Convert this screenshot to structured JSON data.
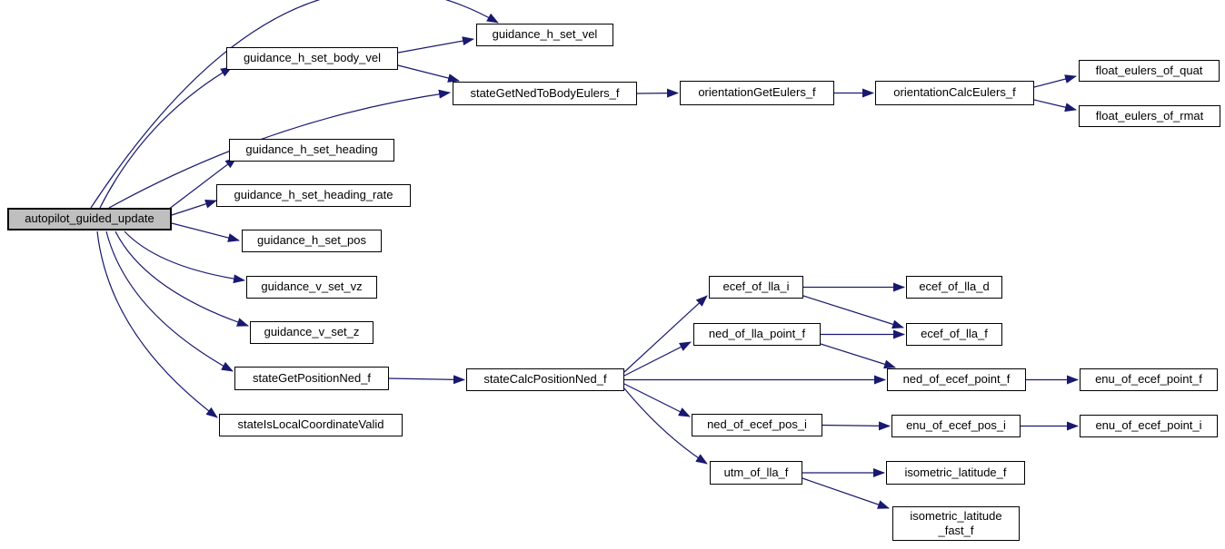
{
  "diagram": {
    "type": "call-graph",
    "colors": {
      "background": "#ffffff",
      "edge": "#191970",
      "node_fill": "#ffffff",
      "node_border": "#000000",
      "root_fill": "#bfbfbf",
      "text": "#000000"
    },
    "nodes": [
      {
        "id": "autopilot_guided_update",
        "label": "autopilot_guided_update",
        "role": "root"
      },
      {
        "id": "guidance_h_set_vel",
        "label": "guidance_h_set_vel"
      },
      {
        "id": "guidance_h_set_body_vel",
        "label": "guidance_h_set_body_vel"
      },
      {
        "id": "stateGetNedToBodyEulers_f",
        "label": "stateGetNedToBodyEulers_f"
      },
      {
        "id": "orientationGetEulers_f",
        "label": "orientationGetEulers_f"
      },
      {
        "id": "orientationCalcEulers_f",
        "label": "orientationCalcEulers_f"
      },
      {
        "id": "float_eulers_of_quat",
        "label": "float_eulers_of_quat"
      },
      {
        "id": "float_eulers_of_rmat",
        "label": "float_eulers_of_rmat"
      },
      {
        "id": "guidance_h_set_heading",
        "label": "guidance_h_set_heading"
      },
      {
        "id": "guidance_h_set_heading_rate",
        "label": "guidance_h_set_heading_rate"
      },
      {
        "id": "guidance_h_set_pos",
        "label": "guidance_h_set_pos"
      },
      {
        "id": "guidance_v_set_vz",
        "label": "guidance_v_set_vz"
      },
      {
        "id": "guidance_v_set_z",
        "label": "guidance_v_set_z"
      },
      {
        "id": "stateGetPositionNed_f",
        "label": "stateGetPositionNed_f"
      },
      {
        "id": "stateIsLocalCoordinateValid",
        "label": "stateIsLocalCoordinateValid"
      },
      {
        "id": "stateCalcPositionNed_f",
        "label": "stateCalcPositionNed_f"
      },
      {
        "id": "ecef_of_lla_i",
        "label": "ecef_of_lla_i"
      },
      {
        "id": "ecef_of_lla_d",
        "label": "ecef_of_lla_d"
      },
      {
        "id": "ned_of_lla_point_f",
        "label": "ned_of_lla_point_f"
      },
      {
        "id": "ecef_of_lla_f",
        "label": "ecef_of_lla_f"
      },
      {
        "id": "ned_of_ecef_point_f",
        "label": "ned_of_ecef_point_f"
      },
      {
        "id": "enu_of_ecef_point_f",
        "label": "enu_of_ecef_point_f"
      },
      {
        "id": "ned_of_ecef_pos_i",
        "label": "ned_of_ecef_pos_i"
      },
      {
        "id": "enu_of_ecef_pos_i",
        "label": "enu_of_ecef_pos_i"
      },
      {
        "id": "enu_of_ecef_point_i",
        "label": "enu_of_ecef_point_i"
      },
      {
        "id": "utm_of_lla_f",
        "label": "utm_of_lla_f"
      },
      {
        "id": "isometric_latitude_f",
        "label": "isometric_latitude_f"
      },
      {
        "id": "isometric_latitude_fast_f",
        "label": "isometric_latitude\n_fast_f"
      }
    ],
    "edges": [
      {
        "from": "autopilot_guided_update",
        "to": "guidance_h_set_vel"
      },
      {
        "from": "autopilot_guided_update",
        "to": "guidance_h_set_body_vel"
      },
      {
        "from": "autopilot_guided_update",
        "to": "stateGetNedToBodyEulers_f"
      },
      {
        "from": "autopilot_guided_update",
        "to": "guidance_h_set_heading"
      },
      {
        "from": "autopilot_guided_update",
        "to": "guidance_h_set_heading_rate"
      },
      {
        "from": "autopilot_guided_update",
        "to": "guidance_h_set_pos"
      },
      {
        "from": "autopilot_guided_update",
        "to": "guidance_v_set_vz"
      },
      {
        "from": "autopilot_guided_update",
        "to": "guidance_v_set_z"
      },
      {
        "from": "autopilot_guided_update",
        "to": "stateGetPositionNed_f"
      },
      {
        "from": "autopilot_guided_update",
        "to": "stateIsLocalCoordinateValid"
      },
      {
        "from": "guidance_h_set_body_vel",
        "to": "guidance_h_set_vel"
      },
      {
        "from": "guidance_h_set_body_vel",
        "to": "stateGetNedToBodyEulers_f"
      },
      {
        "from": "stateGetNedToBodyEulers_f",
        "to": "orientationGetEulers_f"
      },
      {
        "from": "orientationGetEulers_f",
        "to": "orientationCalcEulers_f"
      },
      {
        "from": "orientationCalcEulers_f",
        "to": "float_eulers_of_quat"
      },
      {
        "from": "orientationCalcEulers_f",
        "to": "float_eulers_of_rmat"
      },
      {
        "from": "stateGetPositionNed_f",
        "to": "stateCalcPositionNed_f"
      },
      {
        "from": "stateCalcPositionNed_f",
        "to": "ecef_of_lla_i"
      },
      {
        "from": "stateCalcPositionNed_f",
        "to": "ned_of_lla_point_f"
      },
      {
        "from": "stateCalcPositionNed_f",
        "to": "ned_of_ecef_point_f"
      },
      {
        "from": "stateCalcPositionNed_f",
        "to": "ned_of_ecef_pos_i"
      },
      {
        "from": "stateCalcPositionNed_f",
        "to": "utm_of_lla_f"
      },
      {
        "from": "ecef_of_lla_i",
        "to": "ecef_of_lla_d"
      },
      {
        "from": "ecef_of_lla_i",
        "to": "ecef_of_lla_f"
      },
      {
        "from": "ned_of_lla_point_f",
        "to": "ecef_of_lla_f"
      },
      {
        "from": "ned_of_lla_point_f",
        "to": "ned_of_ecef_point_f"
      },
      {
        "from": "ned_of_ecef_point_f",
        "to": "enu_of_ecef_point_f"
      },
      {
        "from": "ned_of_ecef_pos_i",
        "to": "enu_of_ecef_pos_i"
      },
      {
        "from": "enu_of_ecef_pos_i",
        "to": "enu_of_ecef_point_i"
      },
      {
        "from": "utm_of_lla_f",
        "to": "isometric_latitude_f"
      },
      {
        "from": "utm_of_lla_f",
        "to": "isometric_latitude_fast_f"
      }
    ]
  }
}
